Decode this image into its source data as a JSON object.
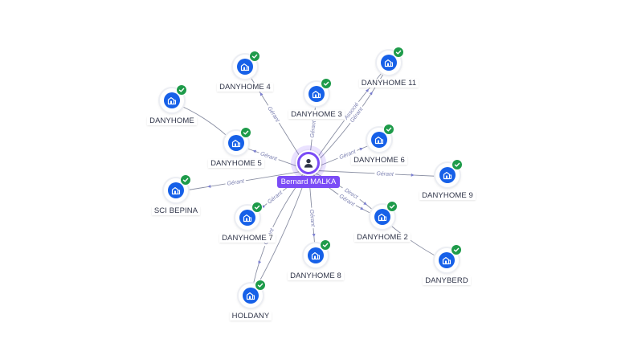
{
  "center": {
    "name": "Bernard MALKA",
    "icon": "person-icon"
  },
  "nodes": [
    {
      "id": "danyhome4",
      "label": "DANYHOME 4",
      "icon": "building-icon",
      "verified": true
    },
    {
      "id": "danyhome11",
      "label": "DANYHOME 11",
      "icon": "building-icon",
      "verified": true
    },
    {
      "id": "danyhome3",
      "label": "DANYHOME 3",
      "icon": "building-icon",
      "verified": true
    },
    {
      "id": "danyhome",
      "label": "DANYHOME",
      "icon": "building-icon",
      "verified": true
    },
    {
      "id": "danyhome5",
      "label": "DANYHOME 5",
      "icon": "building-icon",
      "verified": true
    },
    {
      "id": "danyhome6",
      "label": "DANYHOME 6",
      "icon": "building-icon",
      "verified": true
    },
    {
      "id": "danyhome9",
      "label": "DANYHOME 9",
      "icon": "building-icon",
      "verified": true
    },
    {
      "id": "scibepina",
      "label": "SCI BEPINA",
      "icon": "building-icon",
      "verified": true
    },
    {
      "id": "danyhome7",
      "label": "DANYHOME 7",
      "icon": "building-icon",
      "verified": true
    },
    {
      "id": "danyhome2",
      "label": "DANYHOME 2",
      "icon": "building-icon",
      "verified": true
    },
    {
      "id": "danyhome8",
      "label": "DANYHOME 8",
      "icon": "building-icon",
      "verified": true
    },
    {
      "id": "danyberd",
      "label": "DANYBERD",
      "icon": "building-icon",
      "verified": true
    },
    {
      "id": "holdany",
      "label": "HOLDANY",
      "icon": "building-icon",
      "verified": true
    }
  ],
  "edges": [
    {
      "from": "center",
      "to": "danyhome4",
      "label": "Gérant"
    },
    {
      "from": "center",
      "to": "danyhome11",
      "label": "Gérant"
    },
    {
      "from": "center",
      "to": "danyhome11",
      "label": "Associé"
    },
    {
      "from": "center",
      "to": "danyhome3",
      "label": "Gérant"
    },
    {
      "from": "center",
      "to": "danyhome5",
      "label": "Gérant"
    },
    {
      "from": "center",
      "to": "danyhome6",
      "label": "Gérant"
    },
    {
      "from": "center",
      "to": "danyhome9",
      "label": "Gérant"
    },
    {
      "from": "center",
      "to": "scibepina",
      "label": "Gérant"
    },
    {
      "from": "center",
      "to": "danyhome7",
      "label": "Gérant"
    },
    {
      "from": "center",
      "to": "danyhome2",
      "label": "Gérant"
    },
    {
      "from": "center",
      "to": "danyhome2",
      "label": "Direct"
    },
    {
      "from": "center",
      "to": "danyhome8",
      "label": "Gérant"
    },
    {
      "from": "center",
      "to": "holdany",
      "label": "Gérant"
    },
    {
      "from": "center",
      "to": "holdany",
      "label": ""
    },
    {
      "from": "danyhome",
      "to": "danyhome5",
      "label": ""
    },
    {
      "from": "danyhome2",
      "to": "danyberd",
      "label": ""
    }
  ],
  "colors": {
    "person_accent": "#7b4cf6",
    "company_icon": "#1660e8",
    "verified_badge": "#1e9b4a",
    "edge": "#8a8fa3",
    "edge_label": "#7a7fb0"
  }
}
